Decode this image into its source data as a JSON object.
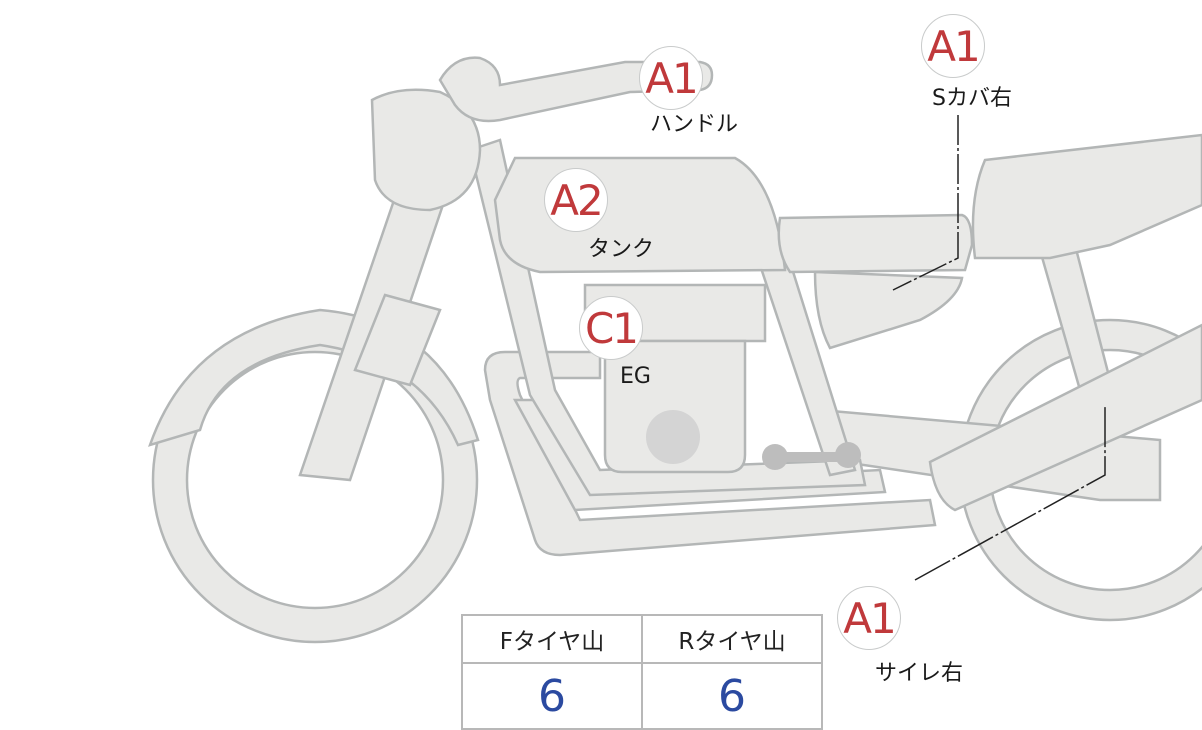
{
  "parts": [
    {
      "code": "A1",
      "label": "ハンドル"
    },
    {
      "code": "A1",
      "label": "Sカバ右"
    },
    {
      "code": "A2",
      "label": "タンク"
    },
    {
      "code": "C1",
      "label": "EG"
    },
    {
      "code": "A1",
      "label": "サイレ右"
    }
  ],
  "tire_table": {
    "headers": [
      "Fタイヤ山",
      "Rタイヤ山"
    ],
    "values": [
      "6",
      "6"
    ]
  },
  "colors": {
    "code_red": "#c0393b",
    "value_blue": "#2b4aa0",
    "body_fill": "#e9e9e7"
  }
}
